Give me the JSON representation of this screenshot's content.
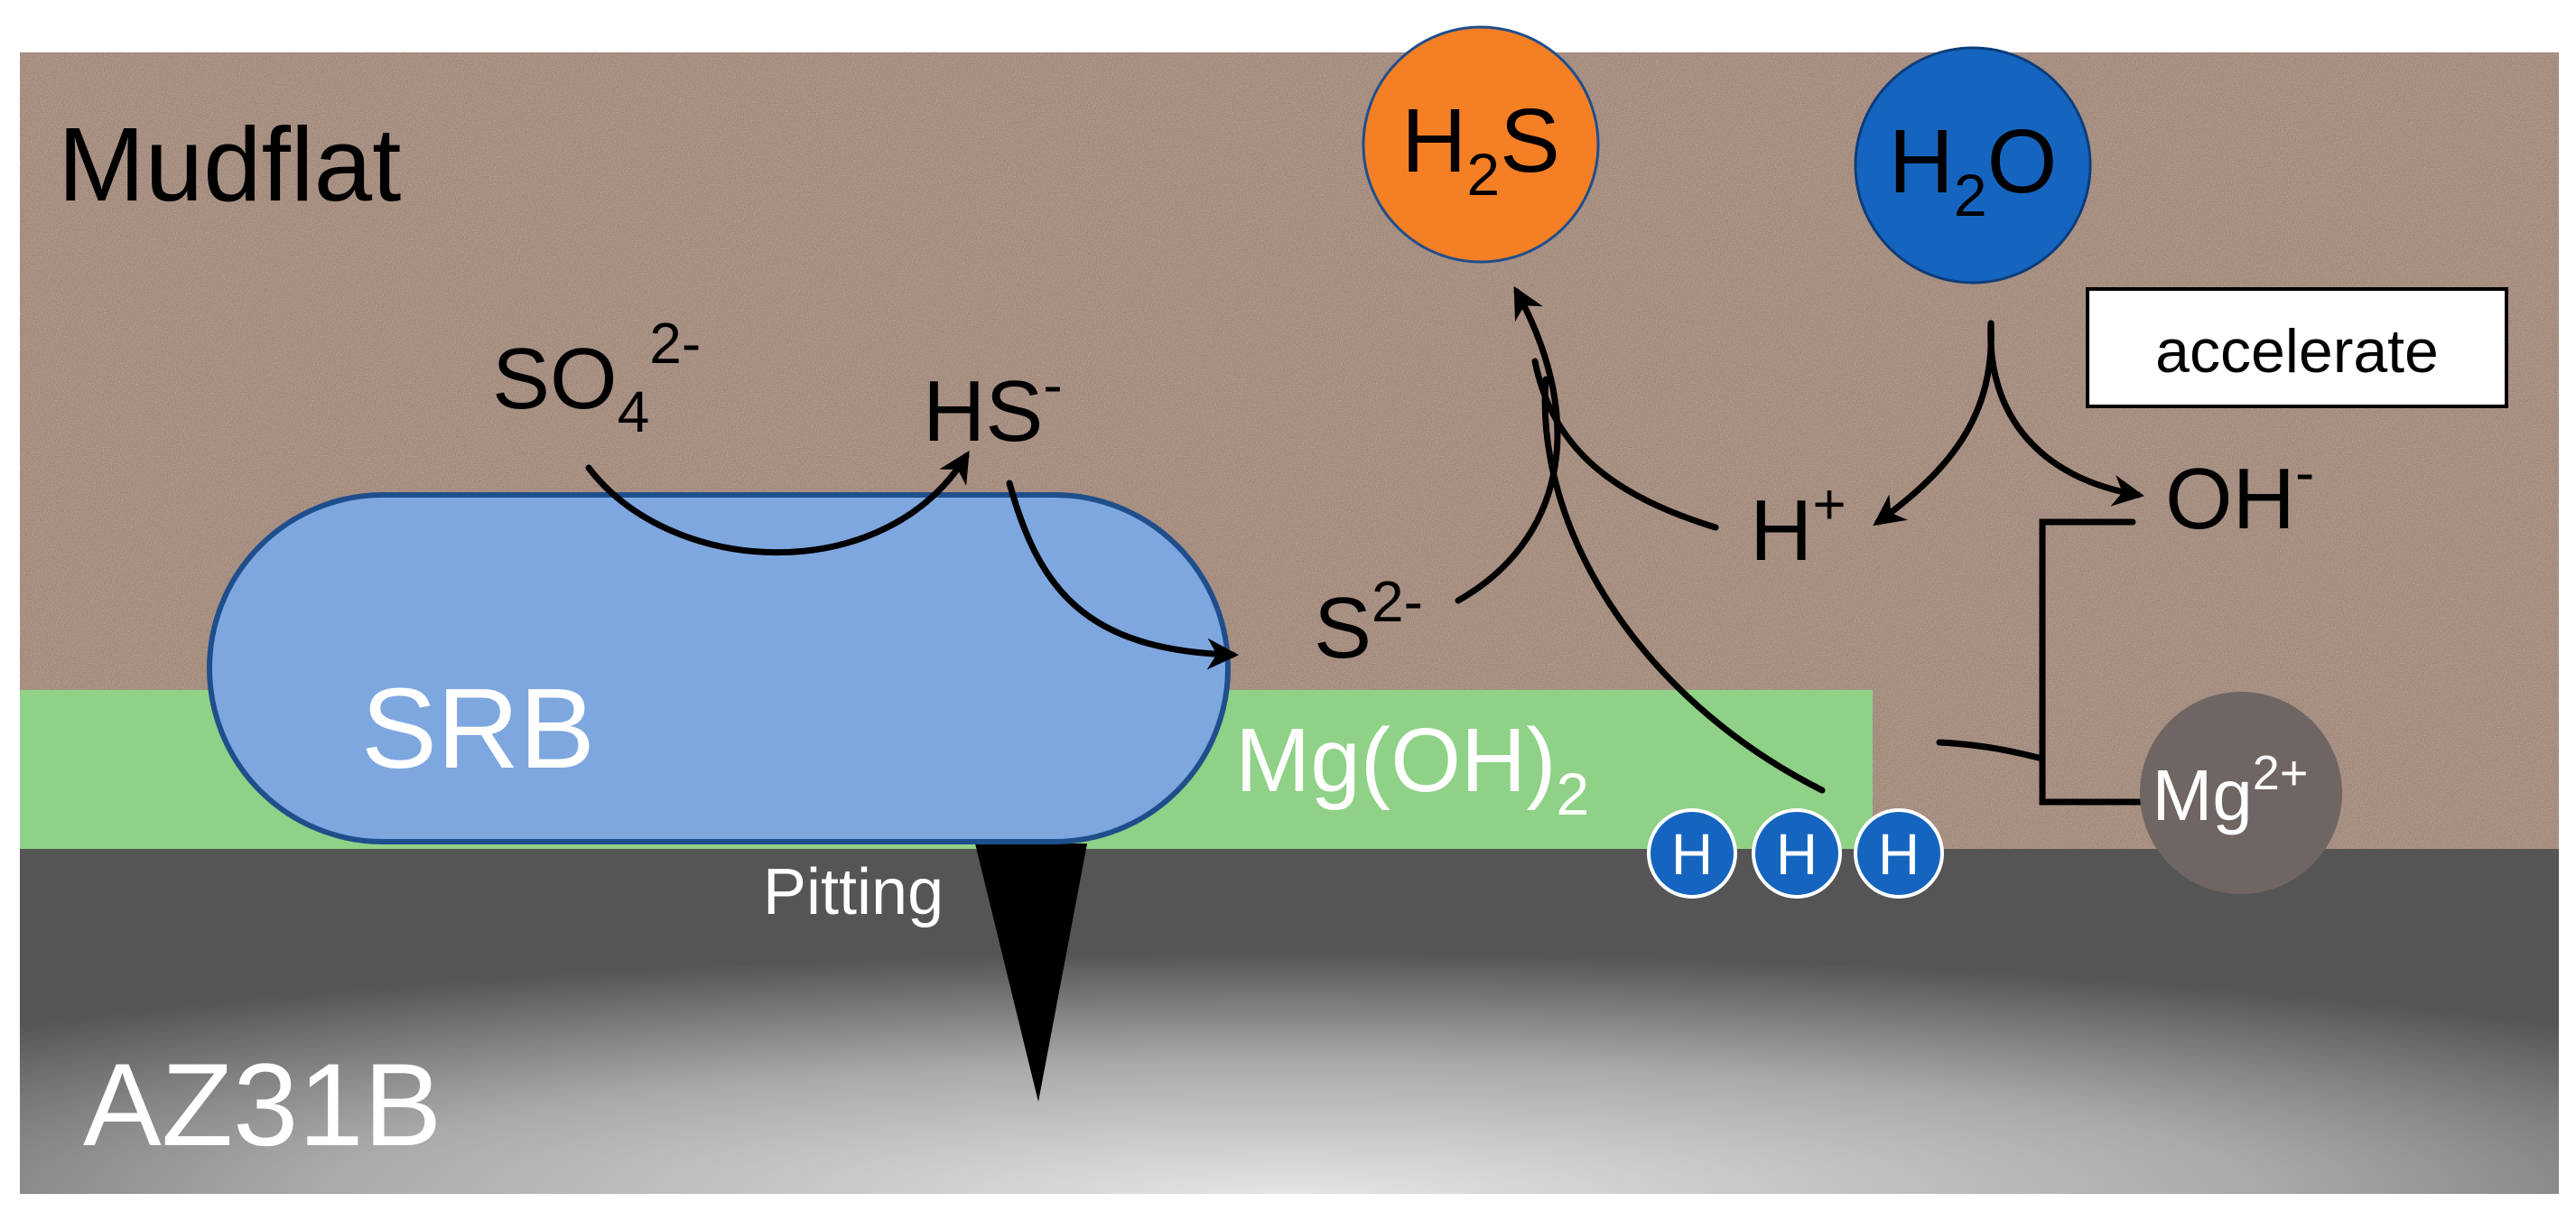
{
  "labels": {
    "mudflat": "Mudflat",
    "substrate": "AZ31B",
    "srb": "SRB",
    "pitting": "Pitting",
    "accelerate": "accelerate",
    "mgoh2": {
      "base": "Mg(OH)",
      "sub": "2"
    },
    "sulfate": {
      "base": "SO",
      "sub": "4",
      "sup": "2-"
    },
    "hs": {
      "base": "HS",
      "sup": "-"
    },
    "sulfide": {
      "base": "S",
      "sup": "2-"
    },
    "h_plus": {
      "base": "H",
      "sup": "+"
    },
    "hydroxide": {
      "base": "OH",
      "sup": "-"
    },
    "h2s": {
      "a": "H",
      "sub": "2",
      "b": "S"
    },
    "h2o": {
      "a": "H",
      "sub": "2",
      "b": "O"
    },
    "mg_ion": {
      "base": "Mg",
      "sup": "2+"
    },
    "hydrogen_atoms": [
      "H",
      "H",
      "H"
    ]
  },
  "colors": {
    "mud": "#9e8576",
    "film": "#8fd186",
    "srb_fill": "#7ea7e0",
    "srb_stroke": "#1f4e8c",
    "h2s": "#f47f24",
    "h2o": "#1565c0",
    "hydrogen": "#1565c0",
    "mg": "#6f6563",
    "arrow": "#000000"
  }
}
